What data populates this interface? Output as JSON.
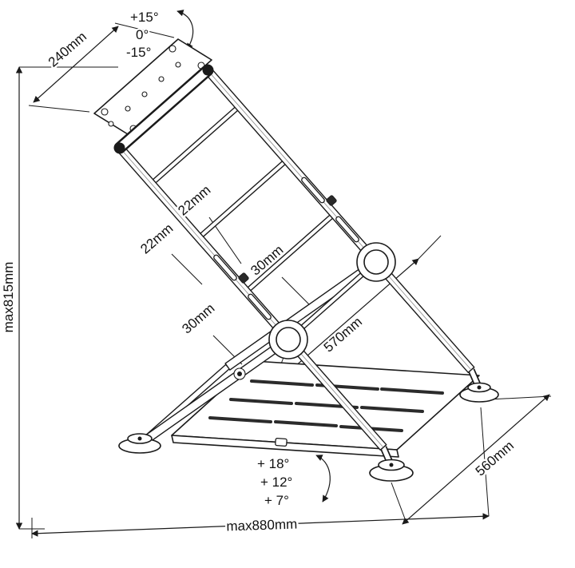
{
  "diagram": {
    "labels": {
      "plate_width": "240mm",
      "max_height": "max815mm",
      "tube_small_a": "22mm",
      "tube_small_b": "22mm",
      "tube_large_a": "30mm",
      "tube_large_b": "30mm",
      "depth_mid": "570mm",
      "base_width": "560mm",
      "max_depth": "max880mm"
    },
    "tilt_angles": [
      "+15°",
      "0°",
      "-15°"
    ],
    "base_angles": [
      "+ 18°",
      "+ 12°",
      "+ 7°"
    ],
    "colors": {
      "line": "#1a1a1a",
      "background": "#ffffff"
    }
  }
}
